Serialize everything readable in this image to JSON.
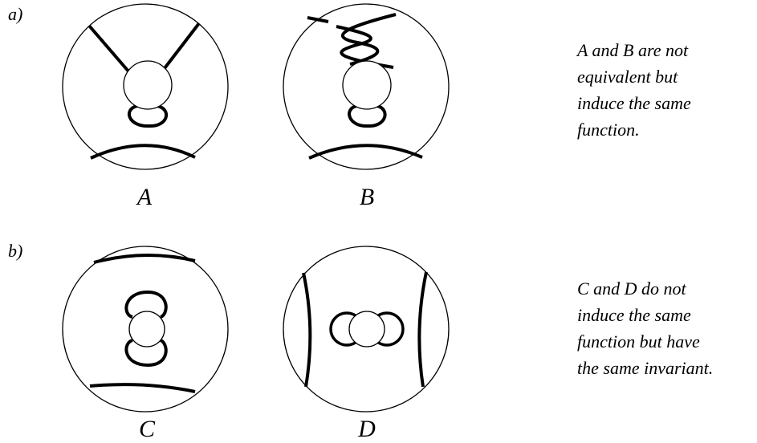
{
  "part_labels": {
    "a": "a)",
    "b": "b)"
  },
  "captions": {
    "A": "A",
    "B": "B",
    "C": "C",
    "D": "D"
  },
  "notes": {
    "ab": [
      "A and B are not",
      "equivalent but",
      "induce the same",
      "function."
    ],
    "cd": [
      "C and D do not",
      "induce the same",
      "function but have",
      "the same invariant."
    ]
  },
  "colors": {
    "ink": "#000000",
    "background": "#ffffff"
  }
}
